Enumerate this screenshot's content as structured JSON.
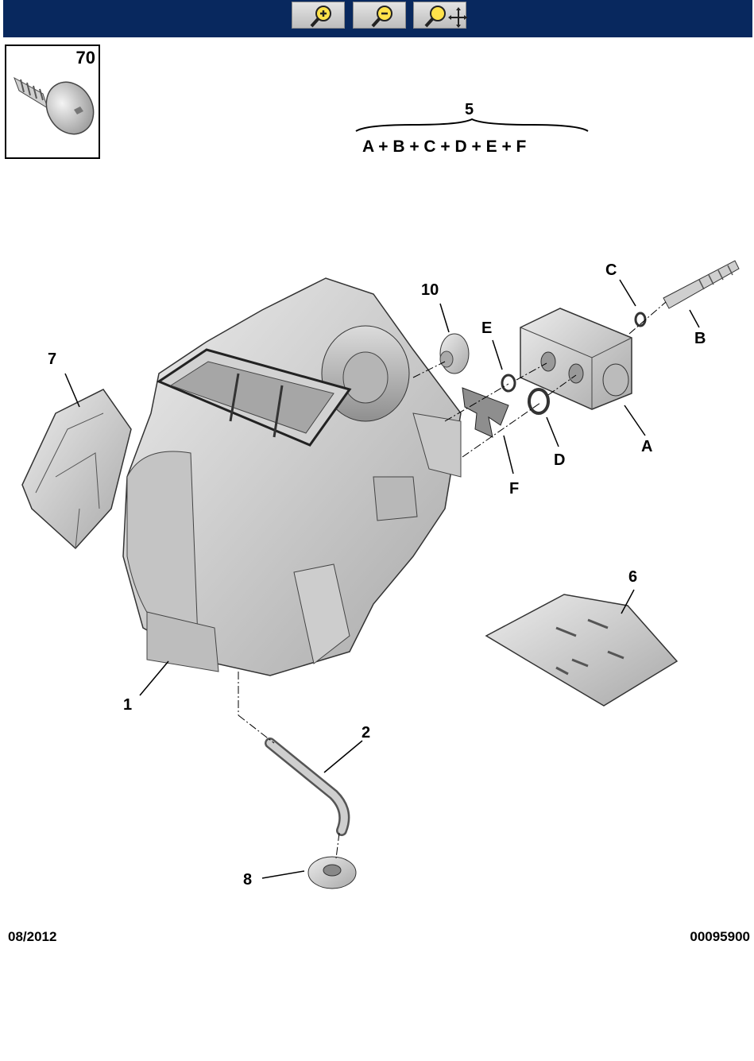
{
  "toolbar": {
    "buttons": [
      {
        "name": "zoom-in",
        "icon": "zoom-in-icon"
      },
      {
        "name": "zoom-out",
        "icon": "zoom-out-icon"
      },
      {
        "name": "zoom-pan",
        "icon": "zoom-pan-icon"
      }
    ],
    "bg_color": "#08285e"
  },
  "inset": {
    "part_number": "70"
  },
  "kit": {
    "number": "5",
    "formula": "A + B + C + D + E + F"
  },
  "callouts": {
    "n1": "1",
    "n2": "2",
    "n6": "6",
    "n7": "7",
    "n8": "8",
    "n10": "10",
    "A": "A",
    "B": "B",
    "C": "C",
    "D": "D",
    "E": "E",
    "F": "F"
  },
  "footer": {
    "date": "08/2012",
    "reference": "00095900"
  }
}
